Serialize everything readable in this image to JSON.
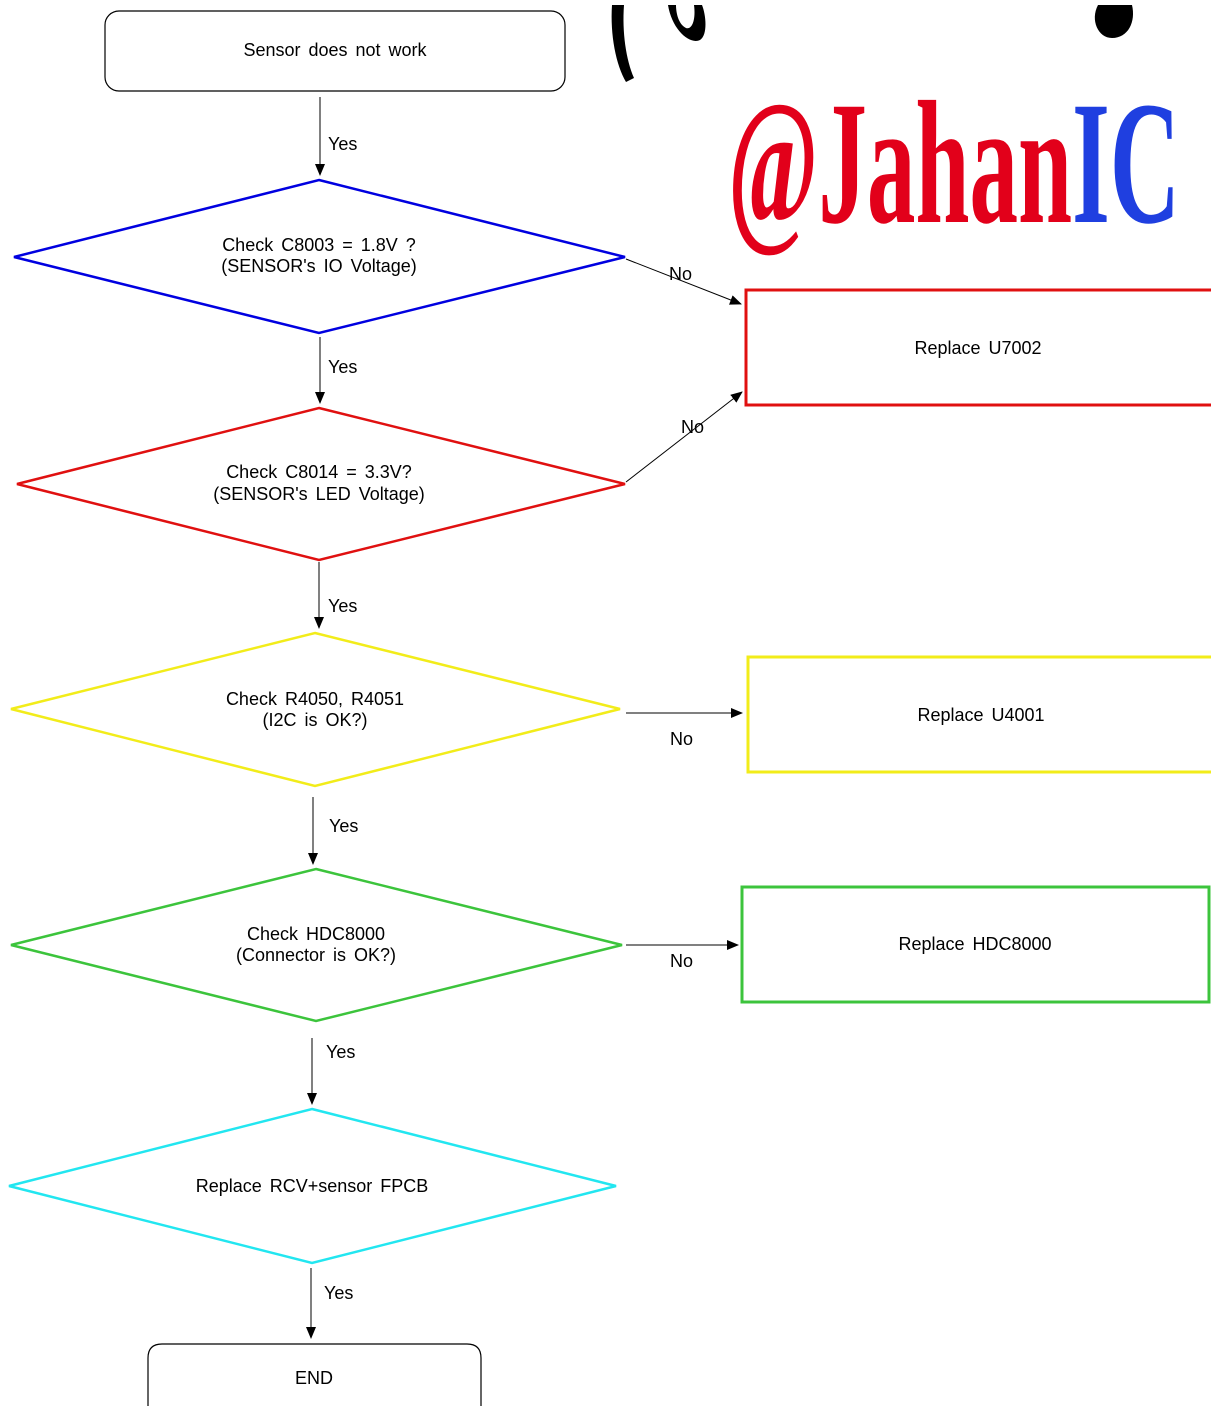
{
  "watermark": {
    "text": "@JahanIC",
    "parts": [
      {
        "text": "@Jahan",
        "color": "#e2001a"
      },
      {
        "text": "IC",
        "color": "#1f3fe0"
      }
    ]
  },
  "nodes": {
    "start": {
      "line1": "Sensor does not work",
      "stroke": "#000000"
    },
    "check_c8003": {
      "line1": "Check C8003 = 1.8V ?",
      "line2": "(SENSOR's IO Voltage)",
      "stroke": "#0000e0"
    },
    "check_c8014": {
      "line1": "Check C8014 = 3.3V?",
      "line2": "(SENSOR's LED Voltage)",
      "stroke": "#e01010"
    },
    "check_r4050": {
      "line1": "Check R4050, R4051",
      "line2": "(I2C is OK?)",
      "stroke": "#f2ec1a"
    },
    "check_hdc8000": {
      "line1": "Check HDC8000",
      "line2": "(Connector is OK?)",
      "stroke": "#3cc43c"
    },
    "replace_fpcb": {
      "line1": "Replace RCV+sensor FPCB",
      "stroke": "#22e6f0"
    },
    "end": {
      "line1": "END",
      "stroke": "#000000"
    },
    "replace_u7002": {
      "line1": "Replace U7002",
      "stroke": "#e01010"
    },
    "replace_u4001": {
      "line1": "Replace U4001",
      "stroke": "#f2ec1a"
    },
    "replace_hdc8000": {
      "line1": "Replace HDC8000",
      "stroke": "#3cc43c"
    }
  },
  "edges": {
    "yes_1": "Yes",
    "yes_2": "Yes",
    "yes_3": "Yes",
    "yes_4": "Yes",
    "yes_5": "Yes",
    "yes_6": "Yes",
    "no_1": "No",
    "no_2": "No",
    "no_3": "No",
    "no_4": "No"
  }
}
